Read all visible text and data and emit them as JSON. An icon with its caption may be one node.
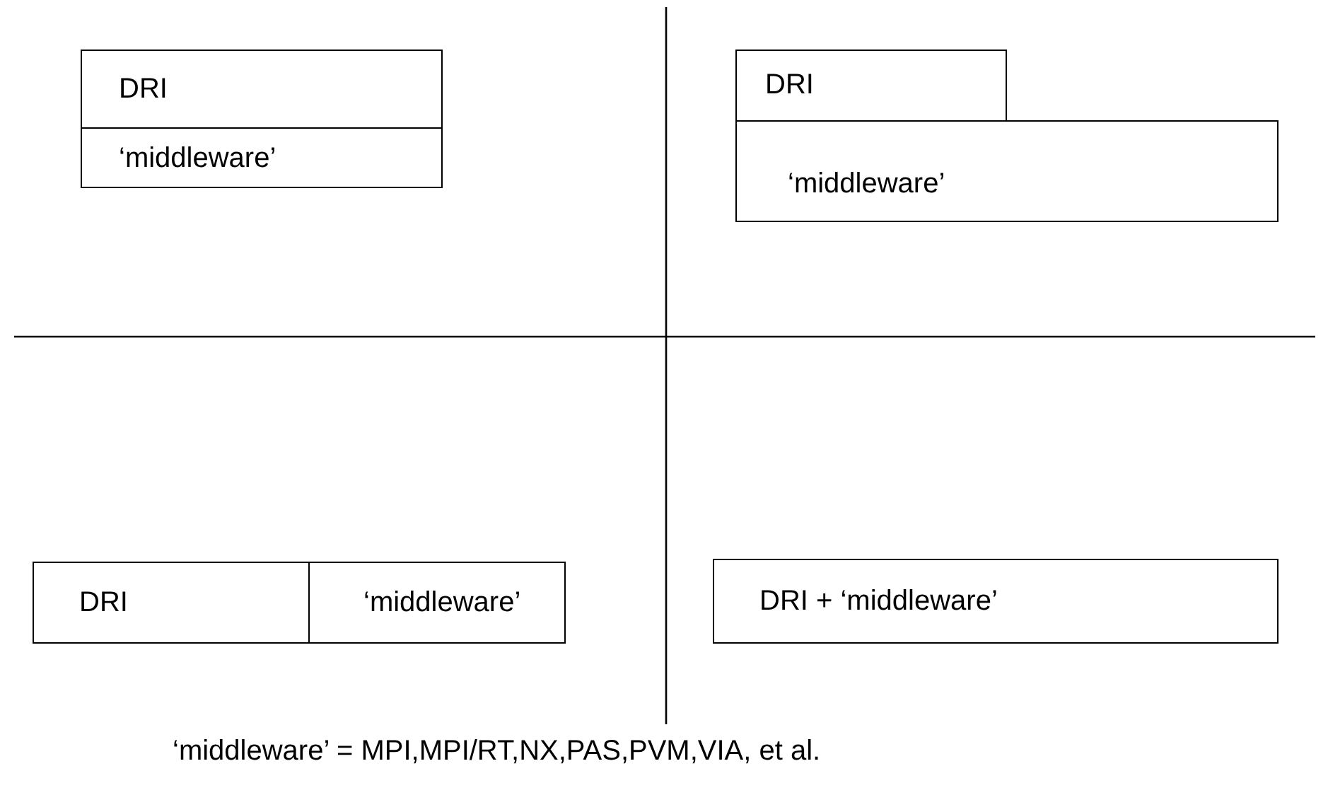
{
  "diagram": {
    "nodes": [
      {
        "text": [
          "DRI"
        ]
      },
      {
        "text": [
          "‘middleware’"
        ]
      },
      {
        "text": [
          "DRI"
        ]
      },
      {
        "text": [
          "‘middleware’"
        ]
      },
      {
        "text": [
          "DRI"
        ]
      },
      {
        "text": [
          "‘middleware’"
        ]
      },
      {
        "text": [
          "DRI + ‘middleware’"
        ]
      }
    ],
    "labels": [
      "‘middleware’ = MPI,MPI/RT,NX,PAS,PVM,VIA, et al."
    ]
  }
}
